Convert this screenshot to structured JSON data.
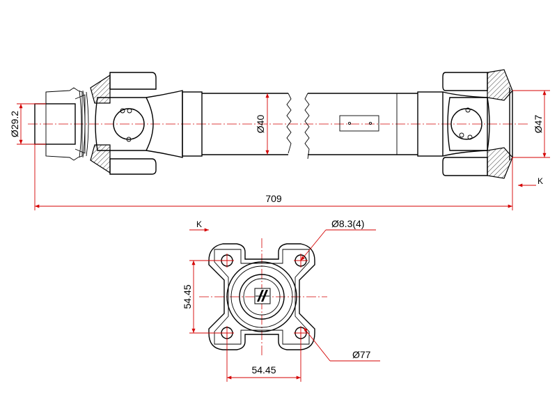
{
  "dimensions": {
    "left_spline_diameter": "Ø29.2",
    "tube_diameter": "Ø40",
    "right_flange_diameter": "Ø47",
    "overall_length": "709",
    "flange_height": "54.45",
    "flange_width": "54.45",
    "bolt_holes": "Ø8.3(4)",
    "flange_outer_diameter": "Ø77"
  },
  "view_markers": {
    "side_view_marker": "K",
    "flange_view_marker": "K"
  },
  "colors": {
    "outline": "#000000",
    "dimension_lines": "#d40000"
  },
  "logo": "brand-emblem"
}
